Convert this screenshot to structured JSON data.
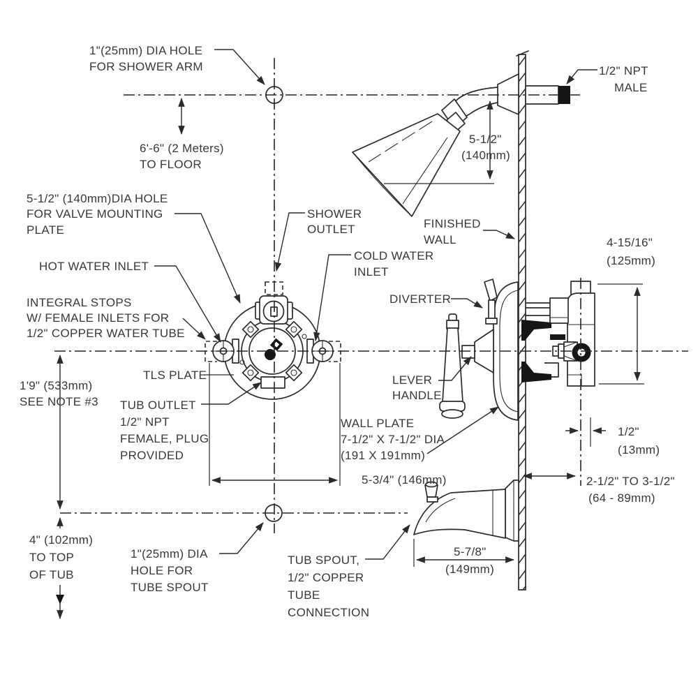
{
  "title": "Shower and tub valve rough-in installation diagram",
  "colors": {
    "line": "#2b2b2b",
    "text": "#383838",
    "background": "#ffffff"
  },
  "labels": {
    "shower_arm_hole": {
      "l1": "1\"(25mm) DIA HOLE",
      "l2": "FOR SHOWER ARM"
    },
    "npt_male": {
      "l1": "1/2\" NPT",
      "l2": "MALE"
    },
    "to_floor": {
      "l1": "6'-6\" (2 Meters)",
      "l2": "TO FLOOR"
    },
    "head_dim": {
      "l1": "5-1/2\"",
      "l2": "(140mm)"
    },
    "valve_hole": {
      "l1": "5-1/2\" (140mm)DIA HOLE",
      "l2": "FOR VALVE MOUNTING",
      "l3": "PLATE"
    },
    "shower_outlet": {
      "l1": "SHOWER",
      "l2": "OUTLET"
    },
    "cold_water": {
      "l1": "COLD WATER",
      "l2": "INLET"
    },
    "hot_water": {
      "l1": "HOT WATER INLET"
    },
    "finished_wall": {
      "l1": "FINISHED",
      "l2": "WALL"
    },
    "dim_4_15_16": {
      "l1": "4-15/16\"",
      "l2": "(125mm)"
    },
    "diverter": {
      "l1": "DIVERTER"
    },
    "integral_stops": {
      "l1": "INTEGRAL STOPS",
      "l2": "W/ FEMALE INLETS FOR",
      "l3": "1/2\" COPPER WATER TUBE"
    },
    "note3": {
      "l1": "1'9\" (533mm)",
      "l2": "SEE NOTE #3"
    },
    "tls_plate": {
      "l1": "TLS PLATE"
    },
    "tub_outlet": {
      "l1": "TUB OUTLET",
      "l2": "1/2\" NPT",
      "l3": "FEMALE, PLUG",
      "l4": "PROVIDED"
    },
    "lever_handle": {
      "l1": "LEVER",
      "l2": "HANDLE"
    },
    "wall_plate": {
      "l1": "WALL PLATE",
      "l2": "7-1/2\" X 7-1/2\" DIA",
      "l3": "(191 X 191mm)"
    },
    "dim_5_3_4": {
      "l1": "5-3/4\" (146mm)"
    },
    "dim_half": {
      "l1": "1/2\"",
      "l2": "(13mm)"
    },
    "rough_in": {
      "l1": "2-1/2\" TO 3-1/2\"",
      "l2": "(64 - 89mm)"
    },
    "to_tub": {
      "l1": "4\" (102mm)",
      "l2": "TO TOP",
      "l3": "OF TUB"
    },
    "spout_hole": {
      "l1": "1\"(25mm) DIA",
      "l2": "HOLE FOR",
      "l3": "TUBE SPOUT"
    },
    "tub_spout": {
      "l1": "TUB SPOUT,",
      "l2": "1/2\" COPPER",
      "l3": "TUBE",
      "l4": "CONNECTION"
    },
    "dim_5_7_8": {
      "l1": "5-7/8\"",
      "l2": "(149mm)"
    }
  }
}
